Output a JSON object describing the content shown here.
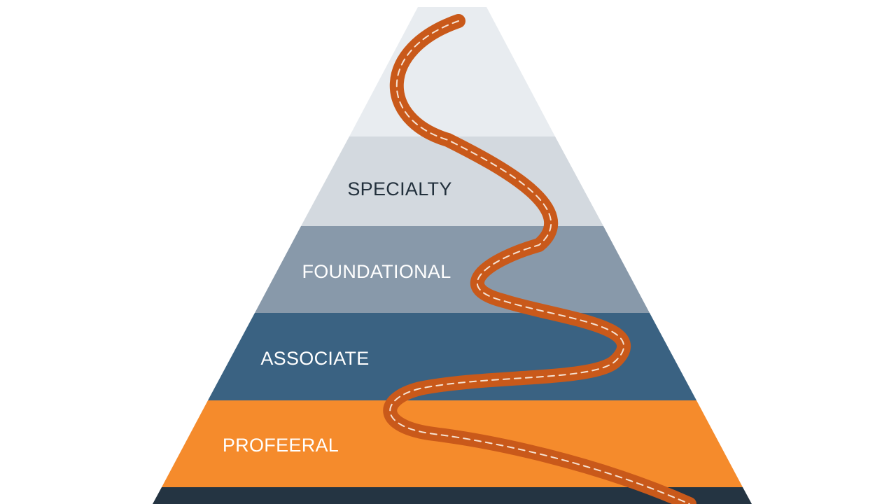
{
  "pyramid": {
    "tiers": [
      {
        "key": "top",
        "label": "",
        "fill": "#e8ecf0",
        "text_color": "#d9dee3"
      },
      {
        "key": "specialty",
        "label": "SPECIALTY",
        "fill": "#d3d9df",
        "text_color": "#22303c"
      },
      {
        "key": "foundational",
        "label": "FOUNDATIONAL",
        "fill": "#8899aa",
        "text_color": "#ffffff"
      },
      {
        "key": "associate",
        "label": "ASSOCIATE",
        "fill": "#3a6282",
        "text_color": "#ffffff"
      },
      {
        "key": "profeeral",
        "label": "PROFEERAL",
        "fill": "#f58b2c",
        "text_color": "#ffffff"
      },
      {
        "key": "base",
        "label": "",
        "fill": "#243442",
        "text_color": "#ffffff"
      }
    ]
  },
  "road": {
    "color": "#c9591a",
    "dash_color": "#f6e2d2"
  }
}
